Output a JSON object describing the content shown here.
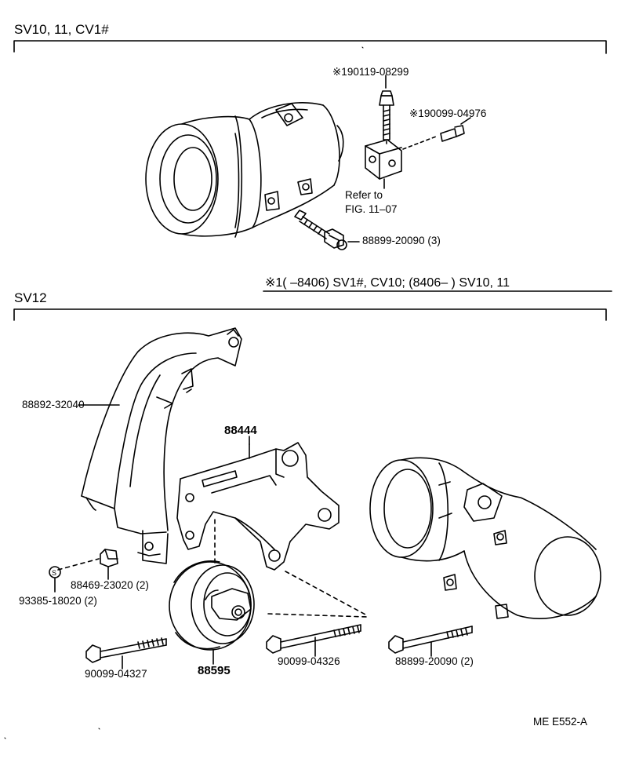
{
  "section_top": {
    "title": "SV10, 11, CV1#",
    "parts": {
      "bolt": "※190119-08299",
      "screw": "※190099-04976",
      "refer_line1": "Refer to",
      "refer_line2": "FIG. 11–07",
      "stud": "88899-20090 (3)"
    }
  },
  "footnote": "※1(          –8406) SV1#, CV10; (8406–          ) SV10, 11",
  "section_bottom": {
    "title": "SV12",
    "parts": {
      "cover": "88892-32040",
      "bracket": "88444",
      "collar": "88469-23020 (2)",
      "washer": "93385-18020 (2)",
      "idler_bolt": "90099-04327",
      "idler_pulley": "88595",
      "bolt_mid": "90099-04326",
      "bolt_right": "88899-20090 (2)"
    }
  },
  "diagram_code": "ME E552-A",
  "colors": {
    "ink": "#000000",
    "paper": "#ffffff"
  }
}
